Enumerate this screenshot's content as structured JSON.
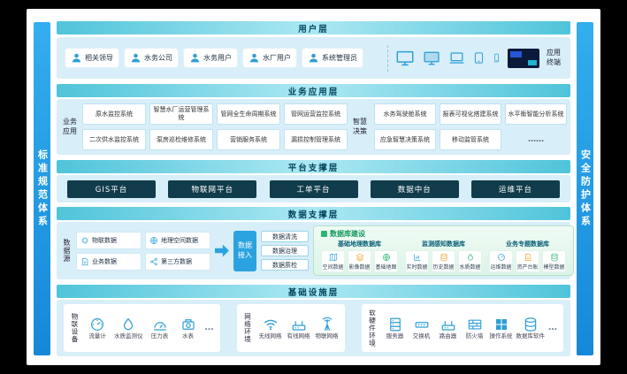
{
  "colors": {
    "frame_black": "#000000",
    "header_cyan": "#4fc4da",
    "layer_panel_blue": "#d8eef8",
    "side_bar_blue": "#2097e6",
    "platform_dark": "#113c4b",
    "accent_blue": "#2e9fd6",
    "access_blue": "#2ba3e0",
    "db_green": "#2bb673"
  },
  "sidebar_left": "标准规范体系",
  "sidebar_right": "安全防护体系",
  "user_layer": {
    "title": "用户层",
    "users": [
      "相关领导",
      "水务公司",
      "水务用户",
      "水厂用户",
      "系统管理员"
    ],
    "terminal_label": "应用终端"
  },
  "business_layer": {
    "title": "业务应用层",
    "group_label": "业务应用",
    "apps": [
      "原水监控系统",
      "智慧水厂运营管理系统",
      "管网全生命周期系统",
      "管网运营监控系统",
      "二次供水监控系统",
      "泵房巡检维修系统",
      "营销服务系统",
      "漏损控制管理系统"
    ],
    "decision_label": "智慧决策",
    "decision_apps": [
      "水务驾驶舱系统",
      "报表可视化搭建系统",
      "水平衡智能分析系统",
      "应急智慧决策系统",
      "移动监管系统",
      "……"
    ]
  },
  "platform_layer": {
    "title": "平台支撑层",
    "platforms": [
      "GIS平台",
      "物联网平台",
      "工单平台",
      "数据中台",
      "运维平台"
    ]
  },
  "data_layer": {
    "title": "数据支撑层",
    "source_label": "数据源",
    "sources": [
      "物联数据",
      "地理空间数据",
      "业务数据",
      "第三方数据"
    ],
    "access_label": "数据接入",
    "process_items": [
      "数据清洗",
      "数据治理",
      "数据质检"
    ],
    "db_panel_title": "数据库建设",
    "databases": [
      {
        "name": "基础地理数据库",
        "items": [
          "空间数据",
          "影像数据",
          "基础地图"
        ]
      },
      {
        "name": "监测感知数据库",
        "items": [
          "实时数据",
          "历史数据",
          "水质数据"
        ]
      },
      {
        "name": "业务专题数据库",
        "items": [
          "运维数据",
          "资产台账",
          "模型数据"
        ]
      }
    ]
  },
  "infra_layer": {
    "title": "基础设施层",
    "groups": [
      {
        "name": "物联设备",
        "items": [
          "流量计",
          "水质监测仪",
          "压力表",
          "水表"
        ],
        "more": "…"
      },
      {
        "name": "网络环境",
        "items": [
          "无线网络",
          "有线网络",
          "物联网络"
        ],
        "more": ""
      },
      {
        "name": "软硬件环境",
        "items": [
          "服务器",
          "交换机",
          "路由器",
          "防火墙",
          "操作系统",
          "数据库软件"
        ],
        "more": "…"
      }
    ]
  }
}
